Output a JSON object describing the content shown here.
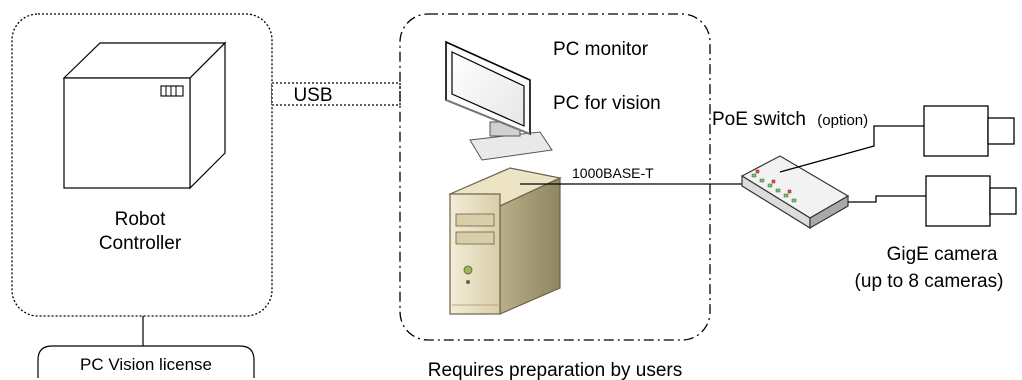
{
  "robot_controller": {
    "label_line1": "Robot",
    "label_line2": "Controller"
  },
  "license": {
    "label": "PC Vision license"
  },
  "connection_usb": {
    "label": "USB"
  },
  "pc_group": {
    "monitor_label": "PC monitor",
    "pc_label": "PC for vision",
    "caption": "Requires preparation by users"
  },
  "network": {
    "cable_label": "1000BASE-T"
  },
  "poe_switch": {
    "label": "PoE switch",
    "option_label": "(option)"
  },
  "cameras": {
    "label_line1": "GigE camera",
    "label_line2": "(up to 8 cameras)"
  }
}
